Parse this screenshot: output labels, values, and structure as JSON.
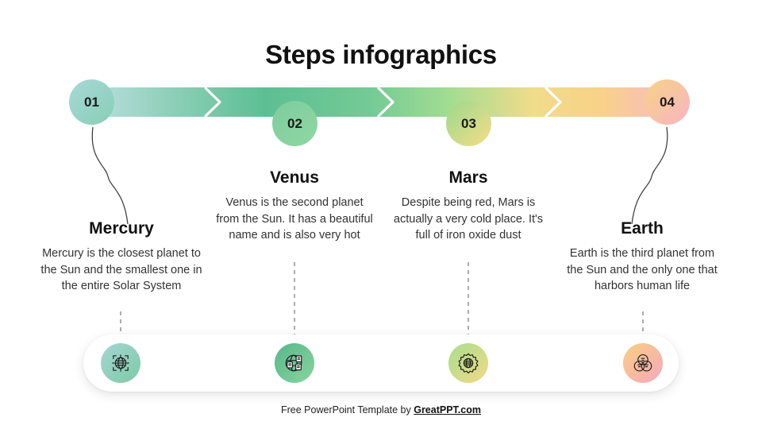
{
  "page": {
    "title": "Steps infographics",
    "background": "#ffffff"
  },
  "timeline": {
    "bar_gradient": [
      "#bcdfe0",
      "#5cbf93",
      "#8ed98f",
      "#f4dd87",
      "#f9b9c8"
    ],
    "steps": [
      {
        "number": "01",
        "heading": "Mercury",
        "body": "Mercury is the closest planet to the Sun and the smallest one in the entire Solar System",
        "badge_gradient": [
          "#a8d8d8",
          "#86cfb4"
        ],
        "connector": "s-curve"
      },
      {
        "number": "02",
        "heading": "Venus",
        "body": "Venus is the second planet from the Sun. It has a beautiful name and is also very hot",
        "badge_gradient": [
          "#7dcb9e",
          "#8fd8a2"
        ],
        "connector": "none"
      },
      {
        "number": "03",
        "heading": "Mars",
        "body": "Despite being red, Mars is actually a very cold place. It's full of iron oxide dust",
        "badge_gradient": [
          "#9ad98e",
          "#f5dd86"
        ],
        "connector": "none"
      },
      {
        "number": "04",
        "heading": "Earth",
        "body": "Earth is the third planet from the Sun and the only one that harbors human life",
        "badge_gradient": [
          "#f7d385",
          "#f7b4c4"
        ],
        "connector": "s-curve"
      }
    ]
  },
  "icon_bar": {
    "icons": [
      {
        "name": "globe-target-icon",
        "gradient": [
          "#a5d6d2",
          "#7ec9a8"
        ]
      },
      {
        "name": "globe-network-icon",
        "gradient": [
          "#58b789",
          "#87d4a0"
        ]
      },
      {
        "name": "gear-globe-icon",
        "gradient": [
          "#a6df8e",
          "#f3d987"
        ]
      },
      {
        "name": "venn-circles-icon",
        "gradient": [
          "#f8cf82",
          "#f6a8bd"
        ]
      }
    ]
  },
  "footer": {
    "text": "Free PowerPoint Template by ",
    "link": "GreatPPT.com"
  }
}
